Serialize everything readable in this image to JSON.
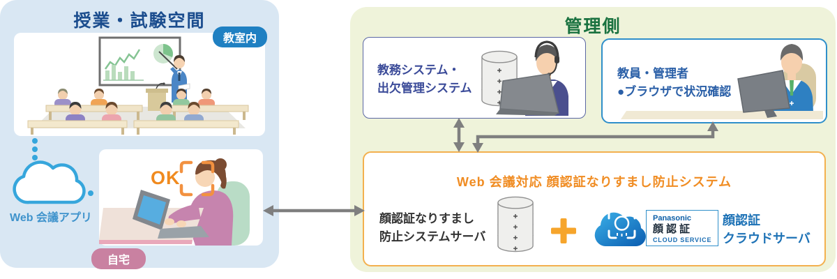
{
  "left_panel": {
    "title": "授業・試験空間",
    "classroom_badge": "教室内",
    "web_app_label": "Web 会議アプリ",
    "ok_label": "OK",
    "home_badge": "自宅"
  },
  "right_panel": {
    "title": "管理側",
    "academic_box": {
      "line1": "教務システム・",
      "line2": "出欠管理システム"
    },
    "admin_box": {
      "line1": "教員・管理者",
      "line2": "●ブラウザで状況確認"
    },
    "system_box": {
      "title": "Web 会議対応 顔認証なりすまし防止システム",
      "server_label_line1": "顔認証なりすまし",
      "server_label_line2": "防止システムサーバ",
      "logo": {
        "brand": "Panasonic",
        "product": "顔認証",
        "service": "CLOUD SERVICE"
      },
      "cloud_server_line1": "顔認証",
      "cloud_server_line2": "クラウドサーバ"
    }
  },
  "icons": {
    "web_cloud": "cloud-icon",
    "database": "database-icon",
    "plus": "plus-icon",
    "face_frame": "face-frame-icon",
    "logo_cloud": "brand-cloud-icon"
  },
  "colors": {
    "left_panel_bg": "#d9e7f3",
    "right_panel_bg": "#eff3da",
    "left_title": "#1b4d8e",
    "right_title": "#1a7240",
    "classroom_badge_bg": "#1f80c2",
    "home_badge_bg": "#c981a1",
    "academic_box_border": "#5a66a3",
    "admin_box_border": "#2f8fca",
    "system_box_border": "#f3b04e",
    "system_box_title": "#f08c22",
    "accent_orange": "#f08a1e",
    "brand_blue": "#0d5fa7",
    "cloud_blue": "#36a6dc",
    "arrow_gray": "#7f7f7f",
    "cloud_server_text": "#1d72b6"
  }
}
